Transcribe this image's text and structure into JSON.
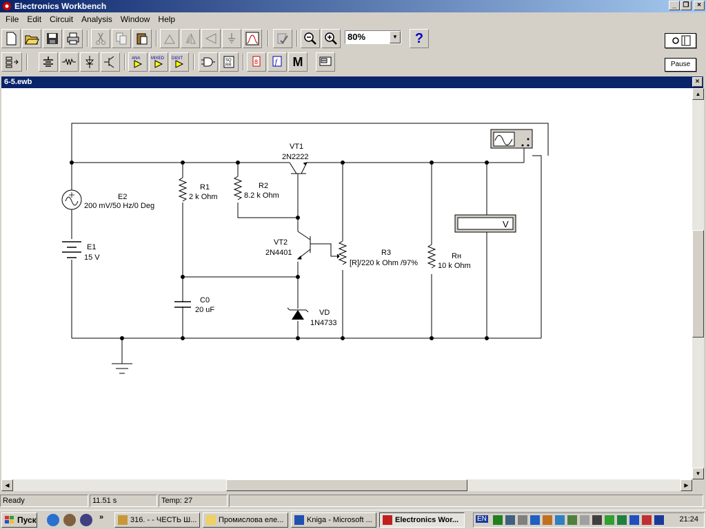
{
  "window": {
    "title": "Electronics Workbench",
    "min": "_",
    "restore": "❐",
    "close": "×"
  },
  "menu": [
    "File",
    "Edit",
    "Circuit",
    "Analysis",
    "Window",
    "Help"
  ],
  "toolbar": {
    "zoom": "80%",
    "help": "?",
    "pause": "Pause",
    "power": "O",
    "ana_label": "ANA",
    "mixed_label": "MIXED",
    "digit_label": "DIGIT",
    "m_label": "M"
  },
  "document": {
    "title": "6-5.ewb",
    "close": "×"
  },
  "circuit": {
    "E2": {
      "name": "E2",
      "value": "200 mV/50 Hz/0 Deg"
    },
    "E1": {
      "name": "E1",
      "value": "15 V"
    },
    "R1": {
      "name": "R1",
      "value": "2 k Ohm"
    },
    "R2": {
      "name": "R2",
      "value": "8.2 k Ohm"
    },
    "VT1": {
      "name": "VT1",
      "value": "2N2222"
    },
    "VT2": {
      "name": "VT2",
      "value": "2N4401"
    },
    "R3": {
      "name": "R3",
      "value": "[R]/220 k Ohm /97%"
    },
    "RH": {
      "name": "Rн",
      "value": "10 k Ohm"
    },
    "C0": {
      "name": "C0",
      "value": "20 uF"
    },
    "VD": {
      "name": "VD",
      "value": "1N4733"
    },
    "voltmeter": {
      "unit": "V"
    }
  },
  "status": {
    "ready": "Ready",
    "time": "11.51 s",
    "temp": "Temp:  27"
  },
  "taskbar": {
    "start": "Пуск",
    "tasks": [
      "316. - - ЧЕСТЬ Ш...",
      "Промислова еле...",
      "Kniga - Microsoft ...",
      "Electronics Wor..."
    ],
    "lang": "EN",
    "clock": "21:24"
  }
}
